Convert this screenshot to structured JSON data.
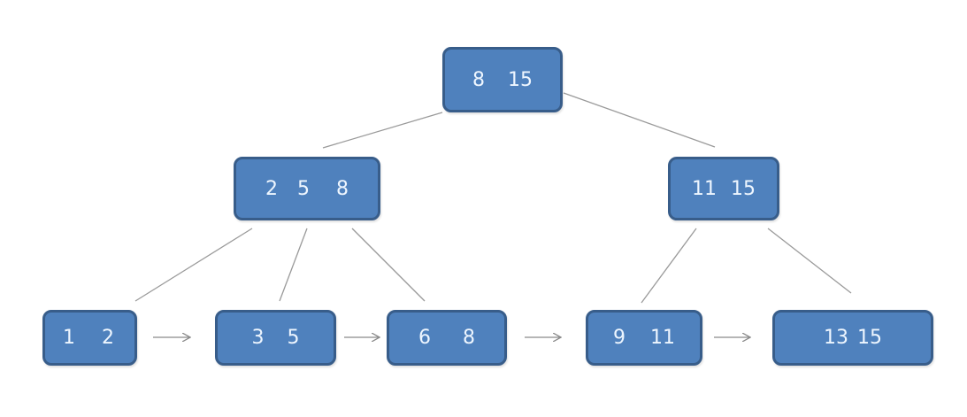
{
  "diagram": {
    "type": "B+ tree",
    "colors": {
      "node_fill": "#4f81bd",
      "node_border": "#385d8a",
      "node_text": "#eef6ff",
      "edge": "#8a8a8a"
    },
    "root": {
      "keys": [
        "8",
        "15"
      ]
    },
    "internal": [
      {
        "keys": [
          "2",
          "5",
          "8"
        ]
      },
      {
        "keys": [
          "11",
          "15"
        ]
      }
    ],
    "leaves": [
      {
        "keys": [
          "1",
          "2"
        ]
      },
      {
        "keys": [
          "3",
          "5"
        ]
      },
      {
        "keys": [
          "6",
          "8"
        ]
      },
      {
        "keys": [
          "9",
          "11"
        ]
      },
      {
        "keys": [
          "13",
          "15"
        ]
      }
    ],
    "leaf_links": [
      "1-2 → 3-5",
      "3-5 → 6-8",
      "6-8 → 9-11",
      "9-11 → 13-15"
    ]
  }
}
